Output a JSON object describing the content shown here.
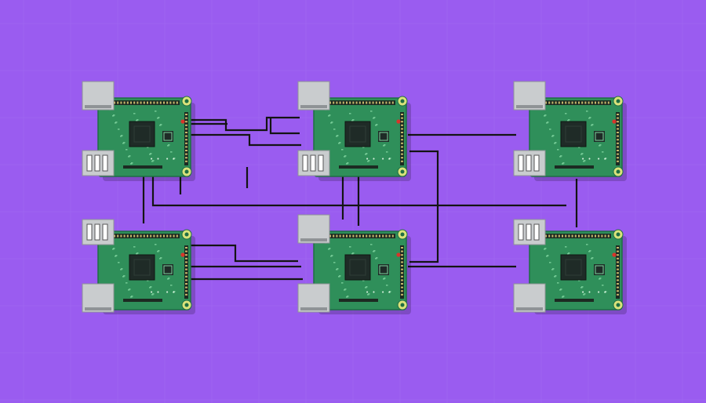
{
  "colors": {
    "background": "#9a5cf0",
    "grid_line": "#a570f3",
    "pcb": "#2f8f5a",
    "pcb_dark": "#1f6e44",
    "pcb_trace": "#7fd39f",
    "pin_header": "#1c2a22",
    "chip": "#1f2b27",
    "mount_hole": "#d9e27a",
    "port_metal": "#c9ccce",
    "port_shadow": "#8f9396",
    "wire": "#141414",
    "led_red": "#d8342a",
    "silk": "#d8f0de"
  },
  "icons": {
    "board": "raspberry-pi-board-icon",
    "ethernet": "ethernet-port-icon",
    "usb": "usb-port-icon",
    "chip": "processor-chip-icon"
  },
  "diagram": {
    "boards": [
      {
        "id": "board-top-left",
        "silk_a": "• •",
        "silk_b": "• •"
      },
      {
        "id": "board-top-center",
        "silk_a": "• •",
        "silk_b": "• •"
      },
      {
        "id": "board-top-right",
        "silk_a": "• •",
        "silk_b": "• •"
      },
      {
        "id": "board-bottom-left",
        "silk_a": "• •",
        "silk_b": "• •"
      },
      {
        "id": "board-bottom-center",
        "silk_a": "• •",
        "silk_b": "• •"
      },
      {
        "id": "board-bottom-right",
        "silk_a": "• •",
        "silk_b": "• •"
      }
    ]
  }
}
